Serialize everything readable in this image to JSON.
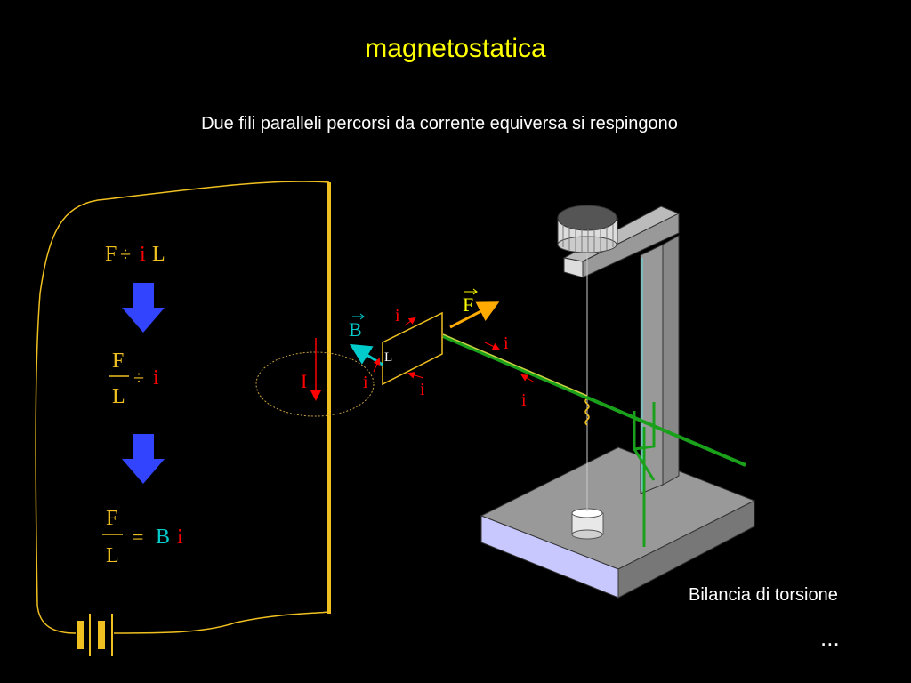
{
  "title": "magnetostatica",
  "subtitle": "Due fili paralleli percorsi da corrente equiversa si respingono",
  "caption": "Bilancia di torsione",
  "ellipsis": "...",
  "formulas": {
    "f1_F": "F",
    "f1_prop": "÷",
    "f1_i": "i",
    "f1_L": "L",
    "f2_num": "F",
    "f2_den": "L",
    "f2_prop": "÷",
    "f2_i": "i",
    "f3_num": "F",
    "f3_den": "L",
    "f3_eq": "=",
    "f3_B": "B",
    "f3_i": "i"
  },
  "labels": {
    "I": "I",
    "B": "B",
    "F": "F",
    "L": "L",
    "i": "i"
  },
  "colors": {
    "background": "#000000",
    "title": "#ffff00",
    "wire": "#f0c020",
    "arrow_down": "#3344ff",
    "current": "#ff0000",
    "field": "#00cccc",
    "force": "#ffaa00",
    "green_wire": "#1aa01a"
  }
}
